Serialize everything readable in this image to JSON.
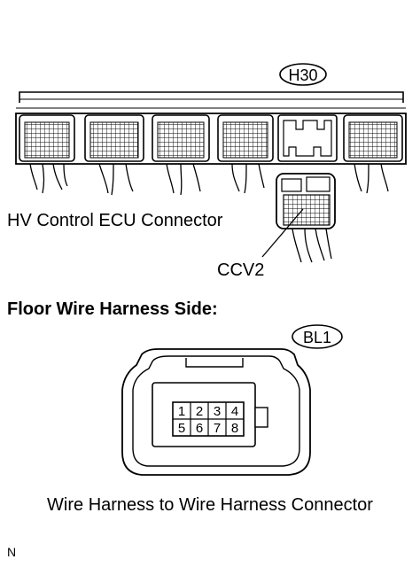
{
  "labels": {
    "h30": "H30",
    "hv_ecu": "HV Control ECU Connector",
    "ccv2": "CCV2",
    "floor_side": "Floor Wire Harness Side:",
    "bl1": "BL1",
    "caption": "Wire Harness to Wire Harness Connector",
    "corner": "N"
  },
  "pins": [
    "1",
    "2",
    "3",
    "4",
    "5",
    "6",
    "7",
    "8"
  ],
  "colors": {
    "line": "#000000",
    "background": "#ffffff"
  }
}
